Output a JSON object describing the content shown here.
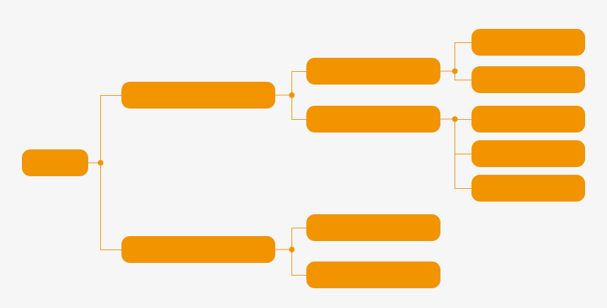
{
  "diagram": {
    "type": "mind-map",
    "node_color": "#f29400",
    "line_color": "#f29400",
    "background": "#f6f6f6",
    "root": {
      "id": "root",
      "label": "",
      "children": [
        {
          "id": "b1",
          "label": "",
          "children": [
            {
              "id": "b1a",
              "label": "",
              "children": [
                {
                  "id": "b1a1",
                  "label": ""
                },
                {
                  "id": "b1a2",
                  "label": ""
                }
              ]
            },
            {
              "id": "b1b",
              "label": "",
              "children": [
                {
                  "id": "b1b1",
                  "label": ""
                },
                {
                  "id": "b1b2",
                  "label": ""
                },
                {
                  "id": "b1b3",
                  "label": ""
                }
              ]
            }
          ]
        },
        {
          "id": "b2",
          "label": "",
          "children": [
            {
              "id": "b2a",
              "label": ""
            },
            {
              "id": "b2b",
              "label": ""
            }
          ]
        }
      ]
    }
  }
}
